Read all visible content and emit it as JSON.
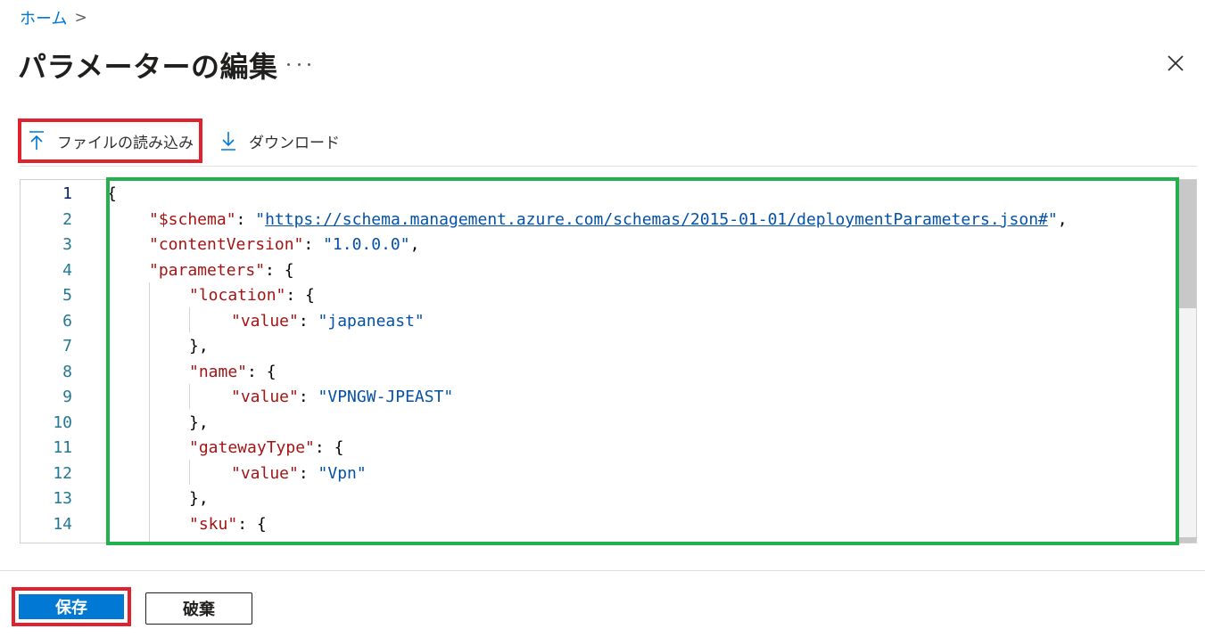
{
  "breadcrumb": {
    "home": "ホーム",
    "separator": ">"
  },
  "page": {
    "title": "パラメーターの編集"
  },
  "toolbar": {
    "load_file": "ファイルの読み込み",
    "download": "ダウンロード"
  },
  "editor": {
    "line_numbers": [
      "1",
      "2",
      "3",
      "4",
      "5",
      "6",
      "7",
      "8",
      "9",
      "10",
      "11",
      "12",
      "13",
      "14"
    ],
    "lines": {
      "l1": {
        "punct": "{"
      },
      "l2": {
        "key": "\"$schema\"",
        "colon": ": ",
        "q1": "\"",
        "url": "https://schema.management.azure.com/schemas/2015-01-01/deploymentParameters.json#",
        "q2": "\"",
        "tail": ","
      },
      "l3": {
        "key": "\"contentVersion\"",
        "colon": ": ",
        "value": "\"1.0.0.0\"",
        "tail": ","
      },
      "l4": {
        "key": "\"parameters\"",
        "tail": ": {"
      },
      "l5": {
        "key": "\"location\"",
        "tail": ": {"
      },
      "l6": {
        "key": "\"value\"",
        "colon": ": ",
        "value": "\"japaneast\""
      },
      "l7": {
        "punct": "},"
      },
      "l8": {
        "key": "\"name\"",
        "tail": ": {"
      },
      "l9": {
        "key": "\"value\"",
        "colon": ": ",
        "value": "\"VPNGW-JPEAST\""
      },
      "l10": {
        "punct": "},"
      },
      "l11": {
        "key": "\"gatewayType\"",
        "tail": ": {"
      },
      "l12": {
        "key": "\"value\"",
        "colon": ": ",
        "value": "\"Vpn\""
      },
      "l13": {
        "punct": "},"
      },
      "l14": {
        "key": "\"sku\"",
        "tail": ": {"
      }
    }
  },
  "footer": {
    "save": "保存",
    "discard": "破棄"
  },
  "colors": {
    "accent": "#0078d4",
    "highlight_red": "#e0222e",
    "highlight_green": "#22b14c",
    "json_key": "#a31515",
    "json_string": "#0451a5",
    "line_number": "#237893"
  },
  "icons": {
    "load": "arrow-up-to-line-icon",
    "download": "arrow-down-to-line-icon",
    "close": "close-icon",
    "more": "ellipsis-icon"
  }
}
